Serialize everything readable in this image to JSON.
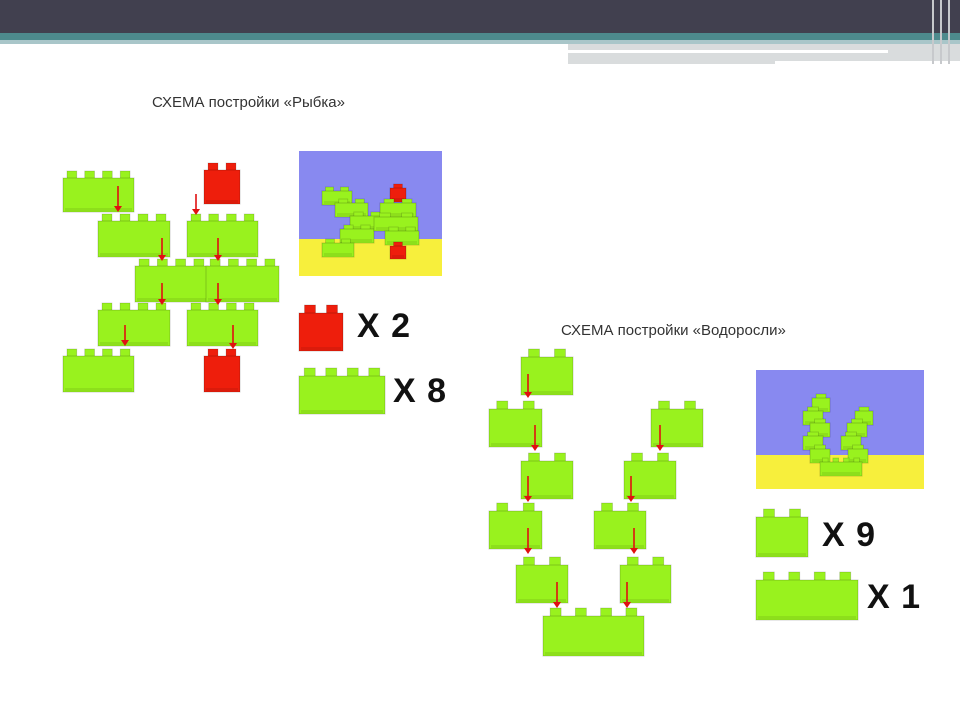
{
  "slide": {
    "fish": {
      "title": "СХЕМА постройки «Рыбка»",
      "count_red": "X 2",
      "count_green": "X 8"
    },
    "algae": {
      "title": "СХЕМА постройки «Водоросли»",
      "count_small": "X 9",
      "count_large": "X 1"
    }
  },
  "colors": {
    "brick_green": "#99f21e",
    "brick_red": "#ee1e0c",
    "arrow": "#e01010",
    "sky": "#8889f0",
    "sand": "#f7ef3c",
    "topbar": "#41404f",
    "teal": "#4d8a8d"
  }
}
